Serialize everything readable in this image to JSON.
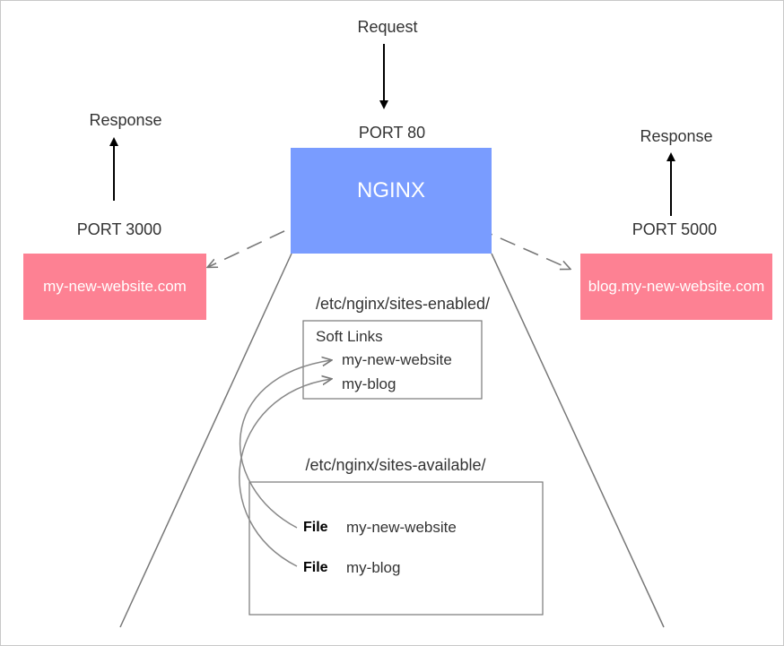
{
  "request_label": "Request",
  "nginx": {
    "port": "PORT 80",
    "name": "NGINX"
  },
  "left_site": {
    "response": "Response",
    "port": "PORT 3000",
    "domain": "my-new-website.com"
  },
  "right_site": {
    "response": "Response",
    "port": "PORT 5000",
    "domain": "blog.my-new-website.com"
  },
  "sites_enabled": {
    "path": "/etc/nginx/sites-enabled/",
    "heading": "Soft Links",
    "links": [
      "my-new-website",
      "my-blog"
    ]
  },
  "sites_available": {
    "path": "/etc/nginx/sites-available/",
    "files": [
      {
        "kind": "File",
        "name": "my-new-website"
      },
      {
        "kind": "File",
        "name": "my-blog"
      }
    ]
  },
  "colors": {
    "nginx_box": "#799cff",
    "site_box": "#fd8193",
    "line": "#777777",
    "arrow": "#000000"
  }
}
